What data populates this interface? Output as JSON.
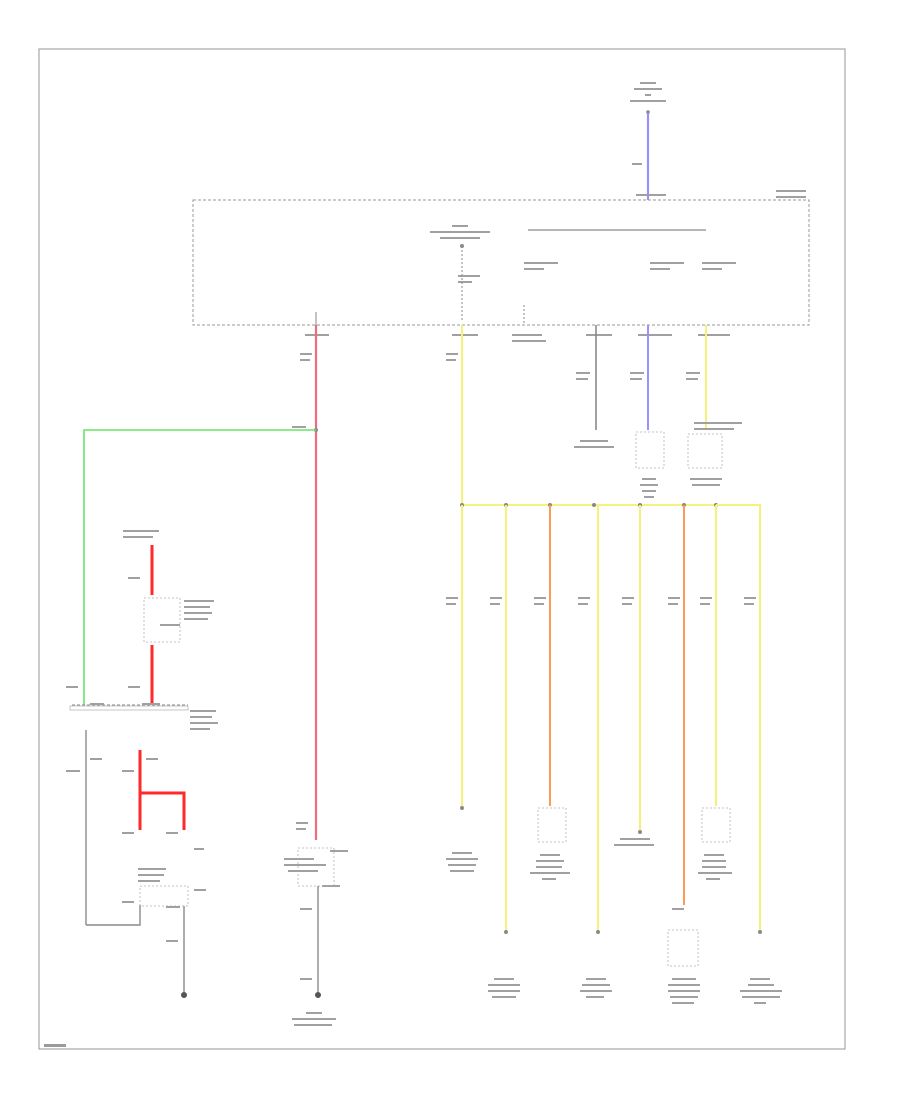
{
  "figure_code": "",
  "colors": {
    "frame": "#9a9a9a",
    "wire_gray": "#8a8a8a",
    "wire_red": "#f26b7a",
    "wire_red_bold": "#ff2a2a",
    "wire_green": "#66e666",
    "wire_yellow": "#f4f27a",
    "wire_orange": "#ff9a55",
    "wire_violet": "#9a90ff"
  },
  "wire_colors": {
    "main_feed": "violet",
    "red_trunk": "red",
    "ground_branch": "green",
    "switch_feed": "red_bold",
    "yellow_bus": "yellow",
    "orange_drops": "orange",
    "right_inputs": [
      "gray",
      "violet",
      "yellow"
    ]
  }
}
